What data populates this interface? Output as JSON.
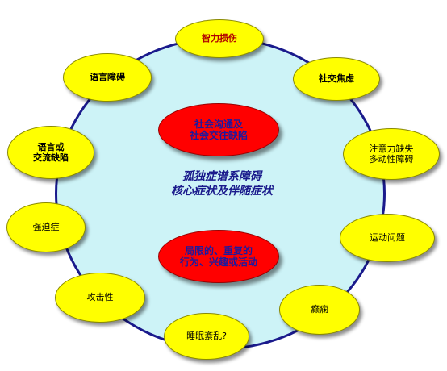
{
  "center": {
    "line1": "孤独症谱系障碍",
    "line2": "核心症状及伴随症状"
  },
  "core": {
    "top": "社会沟通及\n社会交往缺陷",
    "bottom": "局限的、重复的\n行为、兴趣或活动"
  },
  "satellites": {
    "intellectual": "智力损伤",
    "social_anxiety": "社交焦虑",
    "adhd": "注意力缺失\n多动性障碍",
    "motor": "运动问题",
    "epilepsy": "癫痫",
    "sleep": "睡眠紊乱?",
    "aggression": "攻击性",
    "ocd": "强迫症",
    "language_comm": "语言或\n交流缺陷",
    "language_disorder": "语言障碍"
  }
}
